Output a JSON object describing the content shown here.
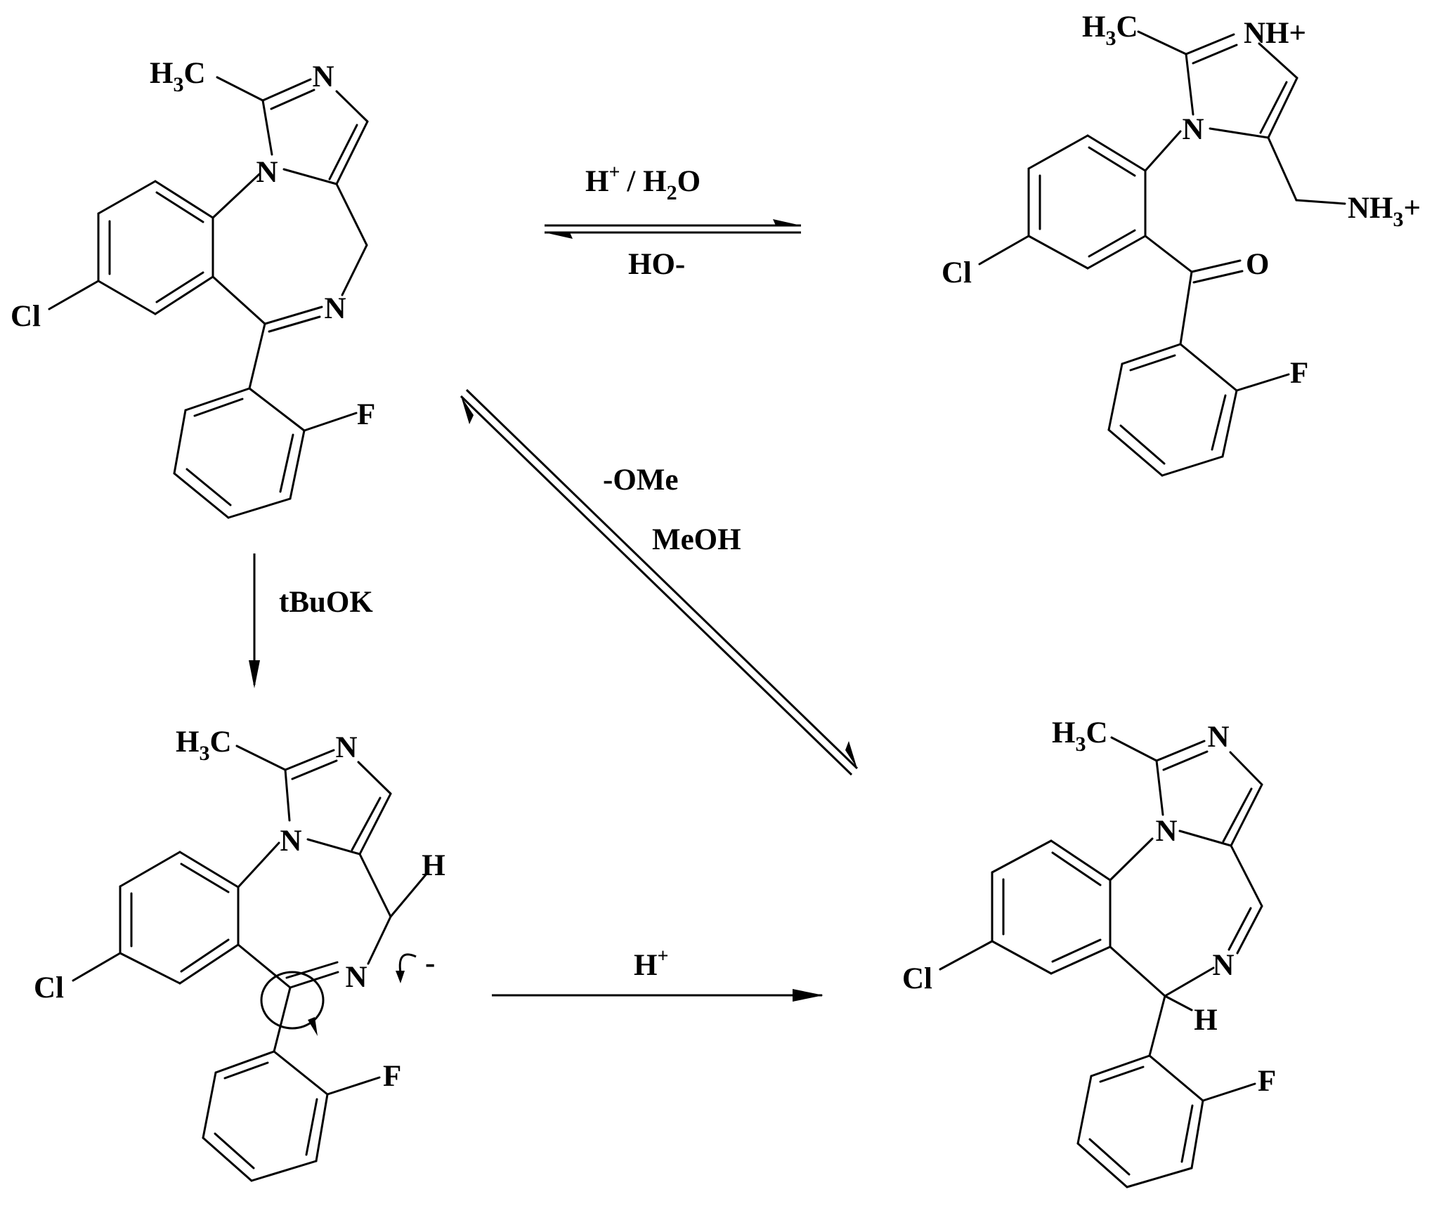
{
  "structures": {
    "midazolam_top": {
      "methyl": "H3C",
      "n_imine_ring": "N",
      "n_imidazole": "N",
      "n_diazepine": "N",
      "chloro": "Cl",
      "fluoro": "F"
    },
    "ring_opened_product": {
      "methyl": "H3C",
      "n_protonated": "NH+",
      "n_imidazole": "N",
      "ammonium": "NH3+",
      "chloro": "Cl",
      "carbonyl_oxygen": "O",
      "fluoro": "F"
    },
    "carbanion_intermediate": {
      "methyl": "H3C",
      "n_imine_ring": "N",
      "n_imidazole": "N",
      "n_diazepine": "N",
      "hydrogen": "H",
      "charge": "-",
      "chloro": "Cl",
      "fluoro": "F"
    },
    "isomer_product": {
      "methyl": "H3C",
      "n_imine_ring": "N",
      "n_imidazole": "N",
      "n_diazepine": "N",
      "hydrogen": "H",
      "chloro": "Cl",
      "fluoro": "F"
    }
  },
  "reagents": {
    "acid_water": "H+ / H2O",
    "base_reverse": "HO-",
    "methoxide": "-OMe",
    "methanol": "MeOH",
    "tbuok": "tBuOK",
    "proton": "H+"
  }
}
